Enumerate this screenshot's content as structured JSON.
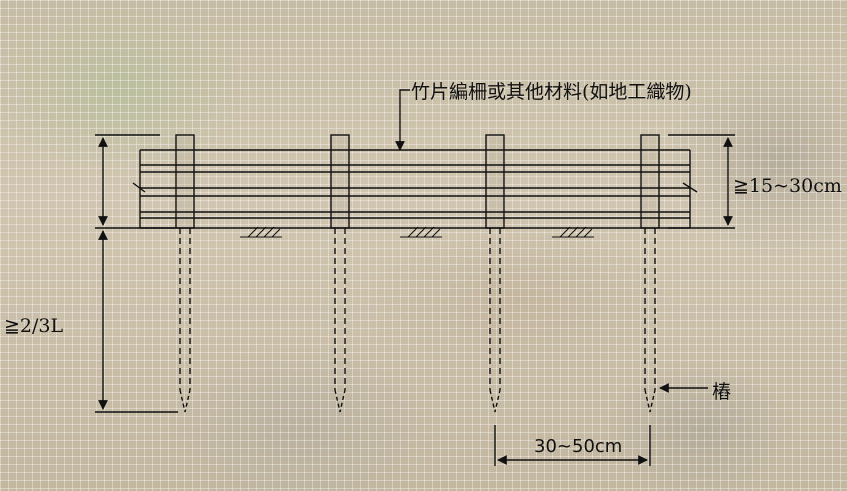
{
  "labels": {
    "material": "竹片編柵或其他材料(如地工織物)",
    "height": "≧15~30cm",
    "depth": "≧2/3L",
    "stake": "樁",
    "spacing": "30~50cm"
  }
}
